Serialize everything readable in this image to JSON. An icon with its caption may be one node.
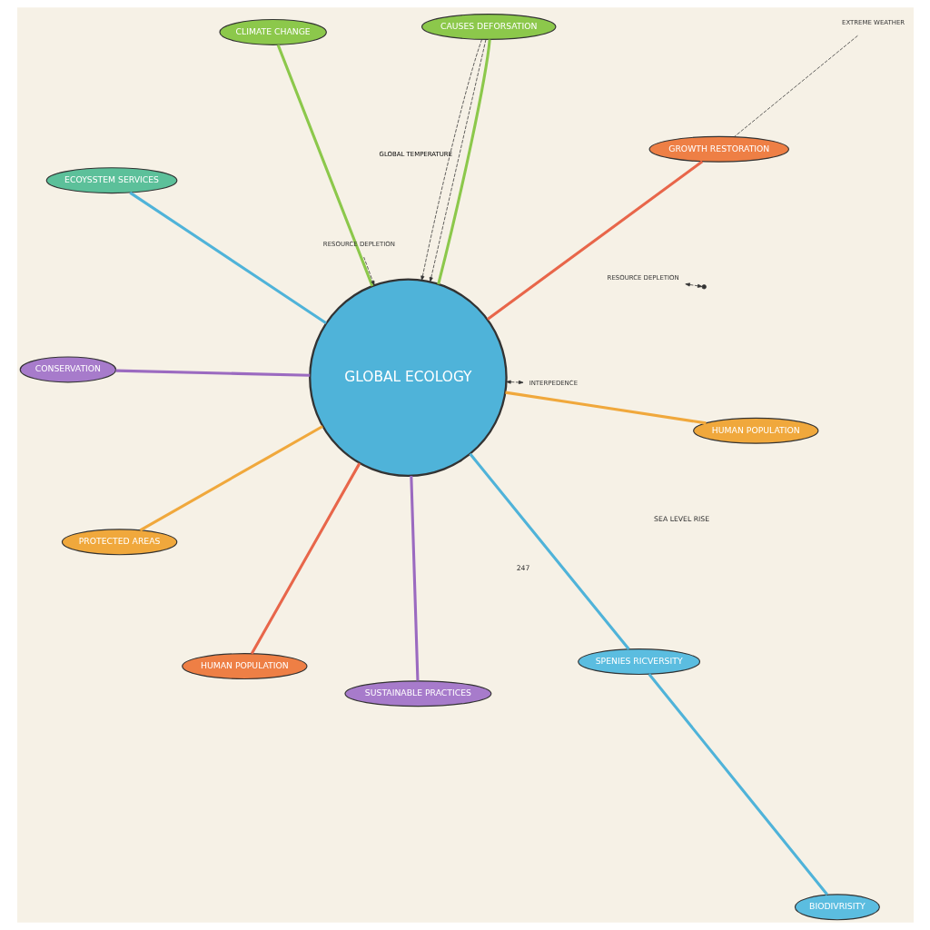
{
  "diagram": {
    "nodes": [
      {
        "text": [
          "GLOBAL ECOLOGY"
        ]
      },
      {
        "text": [
          "BIODIVRISITY"
        ]
      },
      {
        "text": [
          "SPENIES RICVERSITY"
        ]
      },
      {
        "text": [
          "CLIMATE CHANGE"
        ]
      },
      {
        "text": [
          "CAUSES DEFORSATION"
        ]
      },
      {
        "text": [
          "ECOYSSTEM SERVICES"
        ]
      },
      {
        "text": [
          "PROTECTED AREAS"
        ]
      },
      {
        "text": [
          "HUMAN POPULATION"
        ]
      },
      {
        "text": [
          "GROWTH RESTORATION"
        ]
      },
      {
        "text": [
          "SUSTAINABLE PRACTICES"
        ]
      },
      {
        "text": [
          "HUMAN POPULATION"
        ]
      },
      {
        "text": [
          "CONSERVATION"
        ]
      },
      {
        "text": [
          "INTERPEDENCE"
        ]
      },
      {
        "text": [
          "EXTREME WEATHER"
        ]
      },
      {
        "text": [
          "RESOURCE DEPLETION"
        ]
      },
      {
        "text": [
          "RESOURCE DEPLETION"
        ]
      }
    ],
    "edges": [
      {
        "from": 1,
        "to": 2,
        "arrow": "none",
        "color": "#4fb3d9"
      },
      {
        "from": 2,
        "to": 0,
        "arrow": "none",
        "color": "#4fb3d9"
      },
      {
        "from": 3,
        "to": 0,
        "arrow": "none",
        "color": "#8cc84b"
      },
      {
        "from": 4,
        "to": 0,
        "arrow": "none",
        "color": "#8cc84b"
      },
      {
        "from": 5,
        "to": 0,
        "arrow": "none",
        "color": "#4fb3d9"
      },
      {
        "from": 6,
        "to": 0,
        "arrow": "none",
        "color": "#f0a83c"
      },
      {
        "from": 7,
        "to": 0,
        "arrow": "none",
        "color": "#f0a83c"
      },
      {
        "from": 8,
        "to": 0,
        "arrow": "none",
        "color": "#e8664a"
      },
      {
        "from": 9,
        "to": 0,
        "arrow": "none",
        "color": "#9b6ac0"
      },
      {
        "from": 10,
        "to": 0,
        "arrow": "none",
        "color": "#e8664a"
      },
      {
        "from": 11,
        "to": 0,
        "arrow": "none",
        "color": "#9b6ac0"
      },
      {
        "from": 0,
        "to": 12,
        "arrow": "both",
        "style": "dashed",
        "color": "#333333"
      },
      {
        "from": 4,
        "to": 0,
        "arrow": "to",
        "style": "dashed",
        "color": "#333333",
        "label": "GLOBAL TEMPERATURE"
      },
      {
        "from": 4,
        "to": 0,
        "arrow": "to",
        "style": "dashed",
        "color": "#333333"
      },
      {
        "from": 13,
        "to": 8,
        "arrow": "none",
        "style": "dashed",
        "color": "#333333"
      },
      {
        "from": 14,
        "to": 0,
        "arrow": "to",
        "style": "dashed",
        "color": "#333333"
      },
      {
        "from": null,
        "to": 15,
        "arrow": "both",
        "style": "dashed",
        "color": "#333333"
      }
    ],
    "labels": [
      "SEA LEVEL RISE",
      "247"
    ]
  }
}
